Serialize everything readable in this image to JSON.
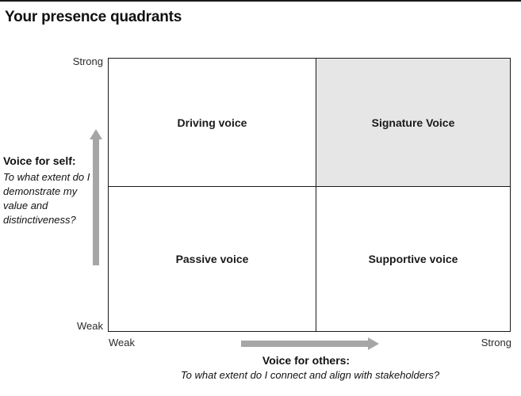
{
  "title": "Your presence quadrants",
  "quadrants": {
    "top_left": "Driving voice",
    "top_right": "Signature Voice",
    "bottom_left": "Passive voice",
    "bottom_right": "Supportive voice"
  },
  "y_axis": {
    "title": "Voice for self:",
    "subtitle": "To what extent do I demonstrate my value and distinctiveness?",
    "high": "Strong",
    "low": "Weak"
  },
  "x_axis": {
    "title": "Voice for others:",
    "subtitle": "To what extent do I connect and align with stakeholders?",
    "low": "Weak",
    "high": "Strong"
  },
  "colors": {
    "highlight_quadrant": "#e6e6e6",
    "arrow": "#a6a6a6",
    "line": "#1a1a1a"
  },
  "icons": {
    "vertical_arrow": "arrow-up-icon",
    "horizontal_arrow": "arrow-right-icon"
  }
}
